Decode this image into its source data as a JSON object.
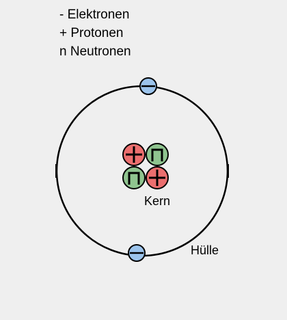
{
  "legend": {
    "electrons": "- Elektronen",
    "protons": "+ Protonen",
    "neutrons": "n Neutronen"
  },
  "labels": {
    "nucleus": "Kern",
    "shell": "Hülle"
  },
  "colors": {
    "background": "#efefef",
    "electron": "#9cc4ec",
    "proton": "#ec6f6f",
    "neutron": "#8fc48f",
    "outline": "#000000"
  },
  "particles": {
    "electron_count": 2,
    "proton_count": 2,
    "neutron_count": 2
  }
}
